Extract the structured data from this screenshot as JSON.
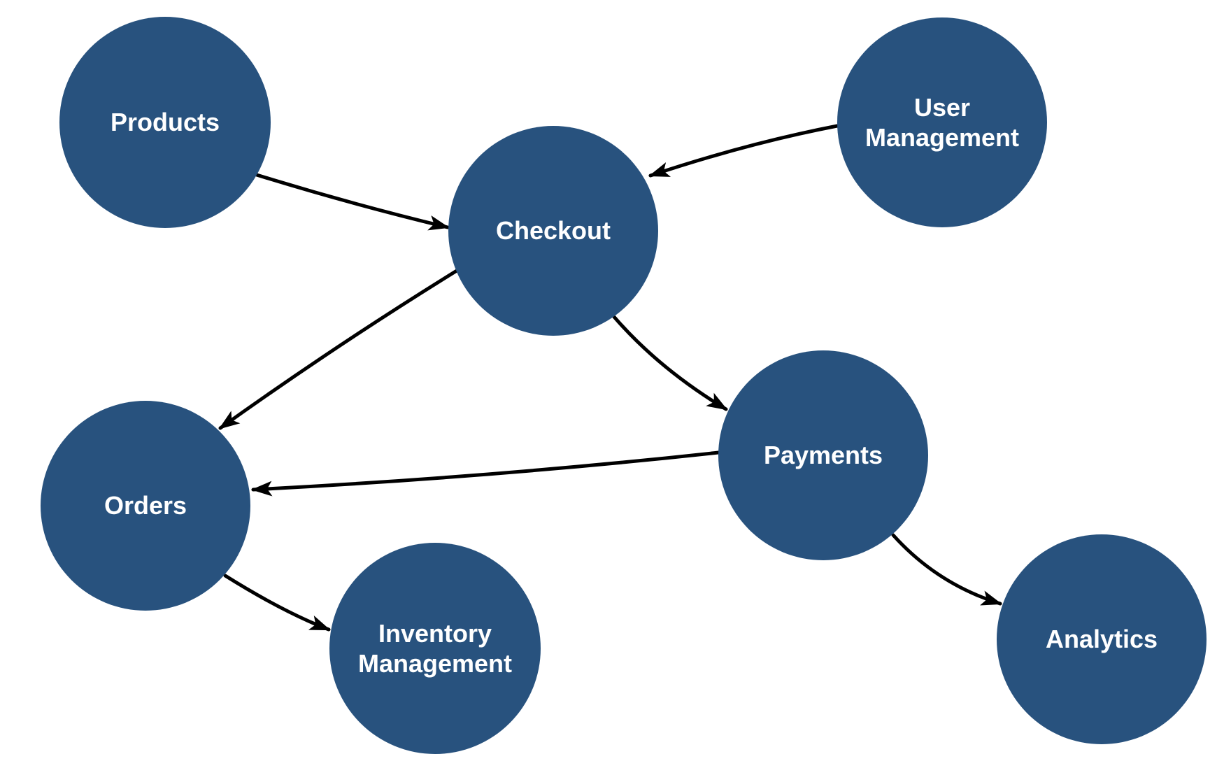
{
  "diagram": {
    "background_color": "#ffffff",
    "node_fill_color": "#28527E",
    "node_text_color": "#ffffff",
    "edge_color": "#000000",
    "nodes": [
      {
        "id": "products",
        "label": "Products"
      },
      {
        "id": "user-management",
        "label": "User Management"
      },
      {
        "id": "checkout",
        "label": "Checkout"
      },
      {
        "id": "orders",
        "label": "Orders"
      },
      {
        "id": "payments",
        "label": "Payments"
      },
      {
        "id": "inventory-management",
        "label": "Inventory Management"
      },
      {
        "id": "analytics",
        "label": "Analytics"
      }
    ],
    "edges": [
      {
        "from": "Products",
        "to": "Checkout"
      },
      {
        "from": "User Management",
        "to": "Checkout"
      },
      {
        "from": "Checkout",
        "to": "Payments"
      },
      {
        "from": "Checkout",
        "to": "Orders"
      },
      {
        "from": "Payments",
        "to": "Orders"
      },
      {
        "from": "Orders",
        "to": "Inventory Management"
      },
      {
        "from": "Payments",
        "to": "Analytics"
      }
    ]
  }
}
